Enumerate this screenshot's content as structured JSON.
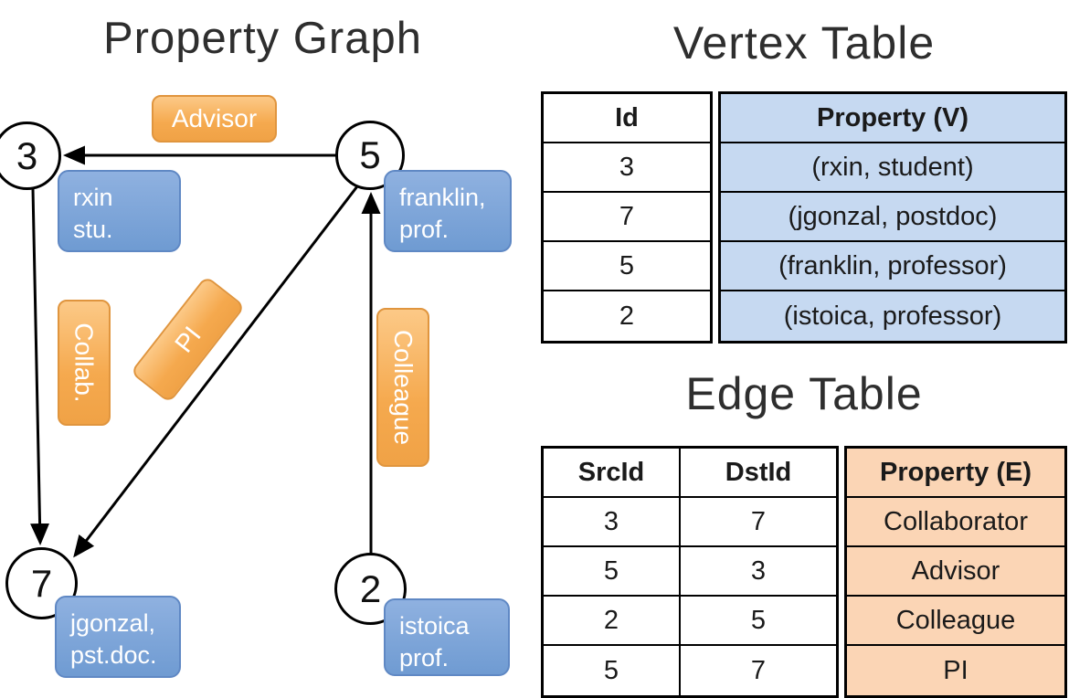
{
  "graph": {
    "title": "Property Graph",
    "nodes": [
      {
        "id": "3"
      },
      {
        "id": "5"
      },
      {
        "id": "7"
      },
      {
        "id": "2"
      }
    ],
    "vertex_boxes": [
      {
        "label": "rxin\nstu."
      },
      {
        "label": "franklin,\nprof."
      },
      {
        "label": "jgonzal,\npst.doc."
      },
      {
        "label": "istoica\nprof."
      }
    ],
    "edge_labels": [
      {
        "label": "Advisor"
      },
      {
        "label": "Collab."
      },
      {
        "label": "PI"
      },
      {
        "label": "Colleague"
      }
    ]
  },
  "vertex_table": {
    "title": "Vertex Table",
    "headers": {
      "id": "Id",
      "property": "Property (V)"
    },
    "rows": [
      {
        "id": "3",
        "property": "(rxin, student)"
      },
      {
        "id": "7",
        "property": "(jgonzal, postdoc)"
      },
      {
        "id": "5",
        "property": "(franklin, professor)"
      },
      {
        "id": "2",
        "property": "(istoica, professor)"
      }
    ]
  },
  "edge_table": {
    "title": "Edge Table",
    "headers": {
      "src": "SrcId",
      "dst": "DstId",
      "property": "Property (E)"
    },
    "rows": [
      {
        "src": "3",
        "dst": "7",
        "property": "Collaborator"
      },
      {
        "src": "5",
        "dst": "3",
        "property": "Advisor"
      },
      {
        "src": "2",
        "dst": "5",
        "property": "Colleague"
      },
      {
        "src": "5",
        "dst": "7",
        "property": "PI"
      }
    ]
  },
  "colors": {
    "edge_accent": "#F5A94E",
    "vertex_accent": "#7DA3D9",
    "vertex_table_fill": "#C6D9F1",
    "edge_table_fill": "#FBD5B5"
  }
}
